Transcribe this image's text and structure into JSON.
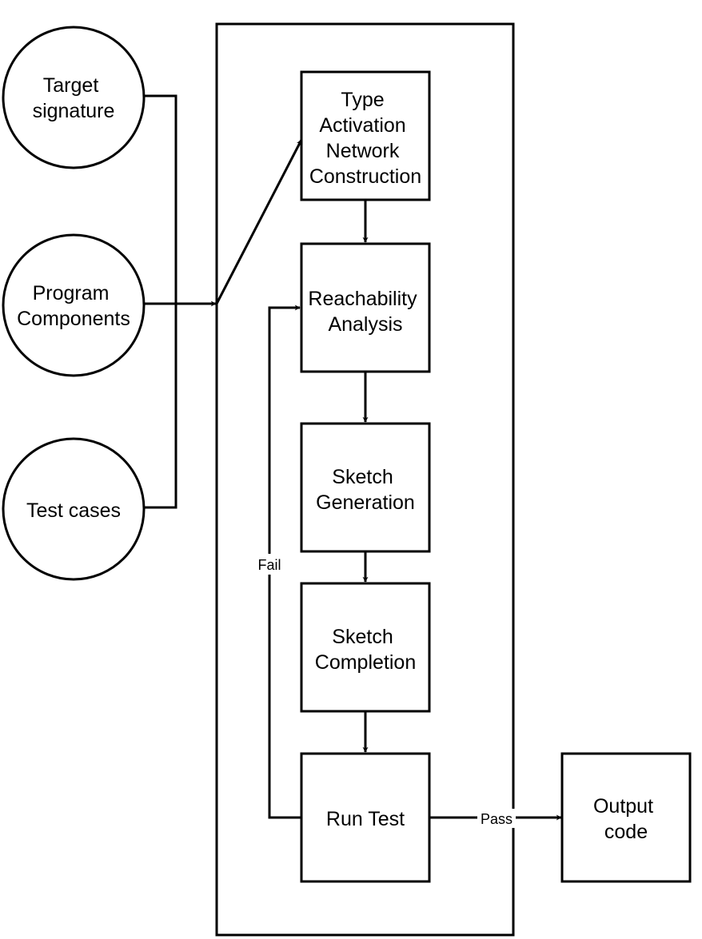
{
  "diagram": {
    "inputs": {
      "target_signature": [
        "Target",
        "signature"
      ],
      "program_components": [
        "Program",
        "Components"
      ],
      "test_cases": [
        "Test cases"
      ]
    },
    "steps": {
      "type_activation": [
        "Type",
        "Activation",
        "Network",
        "Construction"
      ],
      "reachability": [
        "Reachability",
        "Analysis"
      ],
      "sketch_generation": [
        "Sketch",
        "Generation"
      ],
      "sketch_completion": [
        "Sketch",
        "Completion"
      ],
      "run_test": [
        "Run Test"
      ]
    },
    "output": {
      "output_code": [
        "Output",
        "code"
      ]
    },
    "edges": {
      "fail_label": "Fail",
      "pass_label": "Pass"
    }
  }
}
